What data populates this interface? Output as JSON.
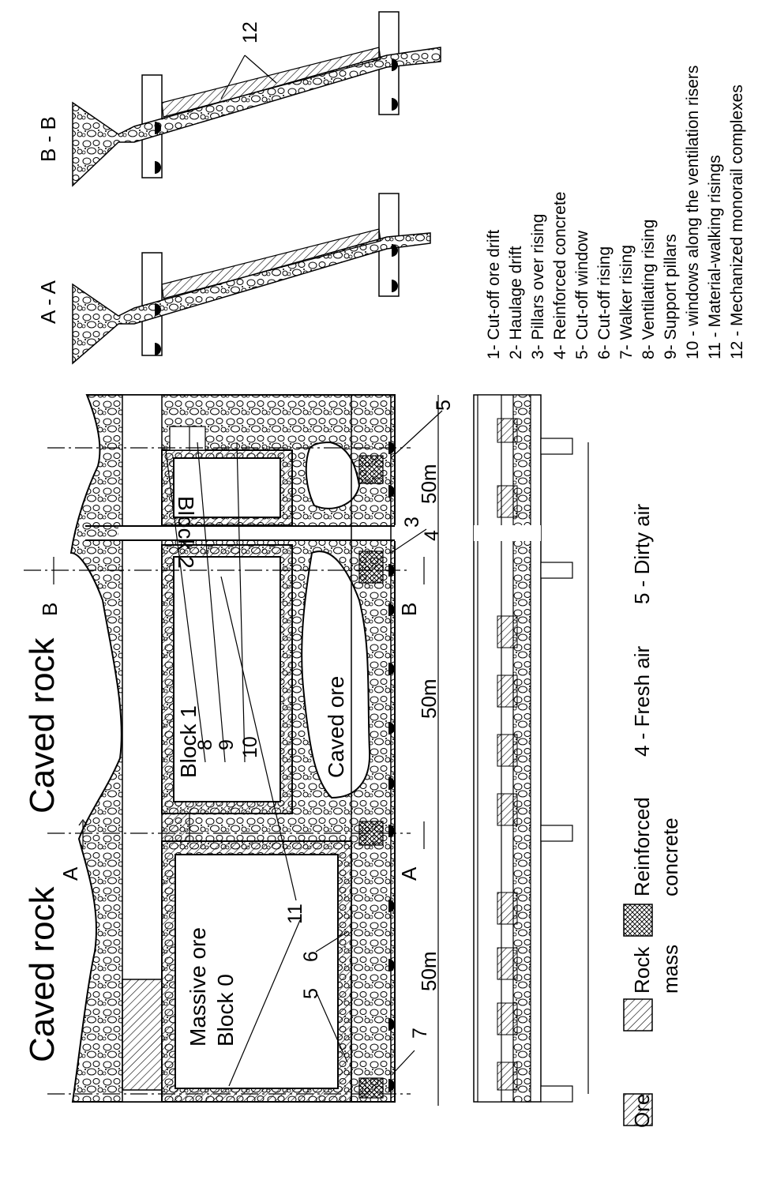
{
  "caved_rock_label": "Caved rock",
  "caved_ore_label": "Caved ore",
  "massive_ore_label": "Massive ore",
  "block0_label": "Block 0",
  "block1_label": "Block 1",
  "block2_label": "Block 2",
  "dims": [
    "50m",
    "50m",
    "50m"
  ],
  "section_A": "A",
  "section_B": "B",
  "section_AA": "A - A",
  "section_BB": "B - B",
  "callouts": [
    "5",
    "6",
    "7",
    "8",
    "9",
    "10",
    "11",
    "3",
    "4",
    "5",
    "12"
  ],
  "air": {
    "fresh": "4 - Fresh air",
    "dirty": "5 - Dirty air"
  },
  "material_legend": {
    "ore": "Ore",
    "rock_1": "Rock",
    "rock_2": "mass",
    "concrete_1": "Reinforced",
    "concrete_2": "concrete"
  },
  "legend_items": [
    "1- Cut-off ore drift",
    "2- Haulage drift",
    "3- Pillars over rising",
    "4- Reinforced concrete",
    "5- Cut-off window",
    "6- Cut-off rising",
    "7- Walker rising",
    "8- Ventilating rising",
    "9- Support pillars",
    "10 - windows along the ventilation risers",
    "11 - Material-walking risings",
    "12 - Mechanized monorail complexes"
  ]
}
